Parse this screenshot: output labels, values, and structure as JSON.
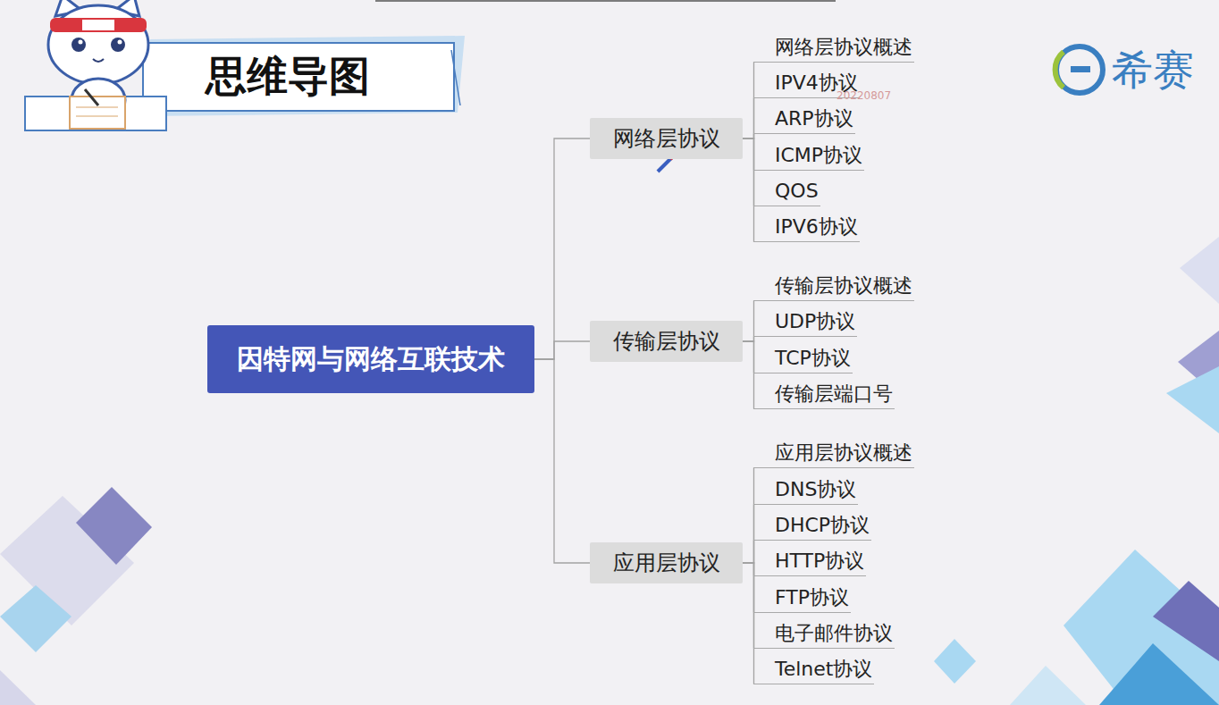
{
  "diagram": {
    "title": "思维导图",
    "nodes": [
      {
        "text": [
          "因特网与网络互联技术"
        ]
      },
      {
        "text": [
          "网络层协议"
        ]
      },
      {
        "text": [
          "网络层协议概述"
        ]
      },
      {
        "text": [
          "IPV4协议"
        ]
      },
      {
        "text": [
          "ARP协议"
        ]
      },
      {
        "text": [
          "ICMP协议"
        ]
      },
      {
        "text": [
          "QOS"
        ]
      },
      {
        "text": [
          "IPV6协议"
        ]
      },
      {
        "text": [
          "传输层协议"
        ]
      },
      {
        "text": [
          "传输层协议概述"
        ]
      },
      {
        "text": [
          "UDP协议"
        ]
      },
      {
        "text": [
          "TCP协议"
        ]
      },
      {
        "text": [
          "传输层端口号"
        ]
      },
      {
        "text": [
          "应用层协议"
        ]
      },
      {
        "text": [
          "应用层协议概述"
        ]
      },
      {
        "text": [
          "DNS协议"
        ]
      },
      {
        "text": [
          "DHCP协议"
        ]
      },
      {
        "text": [
          "HTTP协议"
        ]
      },
      {
        "text": [
          "FTP协议"
        ]
      },
      {
        "text": [
          "电子邮件协议"
        ]
      },
      {
        "text": [
          "Telnet协议"
        ]
      }
    ],
    "edges": [
      {
        "from": 0,
        "to": 1,
        "arrow": "none"
      },
      {
        "from": 0,
        "to": 8,
        "arrow": "none"
      },
      {
        "from": 0,
        "to": 13,
        "arrow": "none"
      },
      {
        "from": 1,
        "to": 2,
        "arrow": "none"
      },
      {
        "from": 1,
        "to": 3,
        "arrow": "none"
      },
      {
        "from": 1,
        "to": 4,
        "arrow": "none"
      },
      {
        "from": 1,
        "to": 5,
        "arrow": "none"
      },
      {
        "from": 1,
        "to": 6,
        "arrow": "none"
      },
      {
        "from": 1,
        "to": 7,
        "arrow": "none"
      },
      {
        "from": 8,
        "to": 9,
        "arrow": "none"
      },
      {
        "from": 8,
        "to": 10,
        "arrow": "none"
      },
      {
        "from": 8,
        "to": 11,
        "arrow": "none"
      },
      {
        "from": 8,
        "to": 12,
        "arrow": "none"
      },
      {
        "from": 13,
        "to": 14,
        "arrow": "none"
      },
      {
        "from": 13,
        "to": 15,
        "arrow": "none"
      },
      {
        "from": 13,
        "to": 16,
        "arrow": "none"
      },
      {
        "from": 13,
        "to": 17,
        "arrow": "none"
      },
      {
        "from": 13,
        "to": 18,
        "arrow": "none"
      },
      {
        "from": 13,
        "to": 19,
        "arrow": "none"
      },
      {
        "from": 13,
        "to": 20,
        "arrow": "none"
      }
    ],
    "labels": [
      "希赛",
      "20220807"
    ]
  }
}
